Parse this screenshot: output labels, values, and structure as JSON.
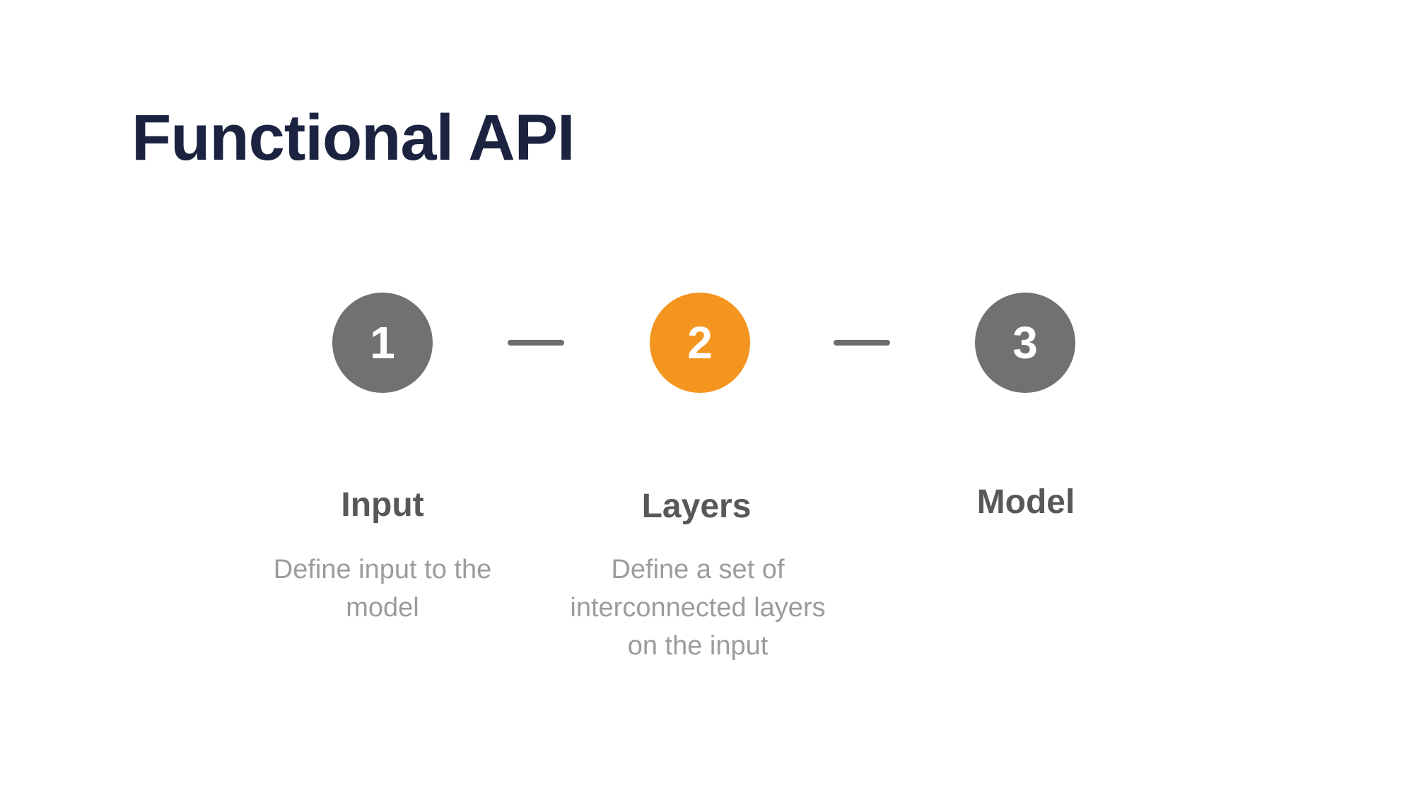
{
  "title": "Functional API",
  "colors": {
    "title": "#1b2340",
    "step_inactive": "#717171",
    "step_active": "#f4951f",
    "connector": "#6d6d6d",
    "label": "#585858",
    "description": "#9c9c9c"
  },
  "steps": [
    {
      "number": "1",
      "label": "Input",
      "description_lines": [
        "Define input to the",
        "model"
      ],
      "active": false
    },
    {
      "number": "2",
      "label": "Layers",
      "description_lines": [
        "Define a set of",
        "interconnected layers",
        "on the input"
      ],
      "active": true
    },
    {
      "number": "3",
      "label": "Model",
      "description_lines": [],
      "active": false
    }
  ]
}
